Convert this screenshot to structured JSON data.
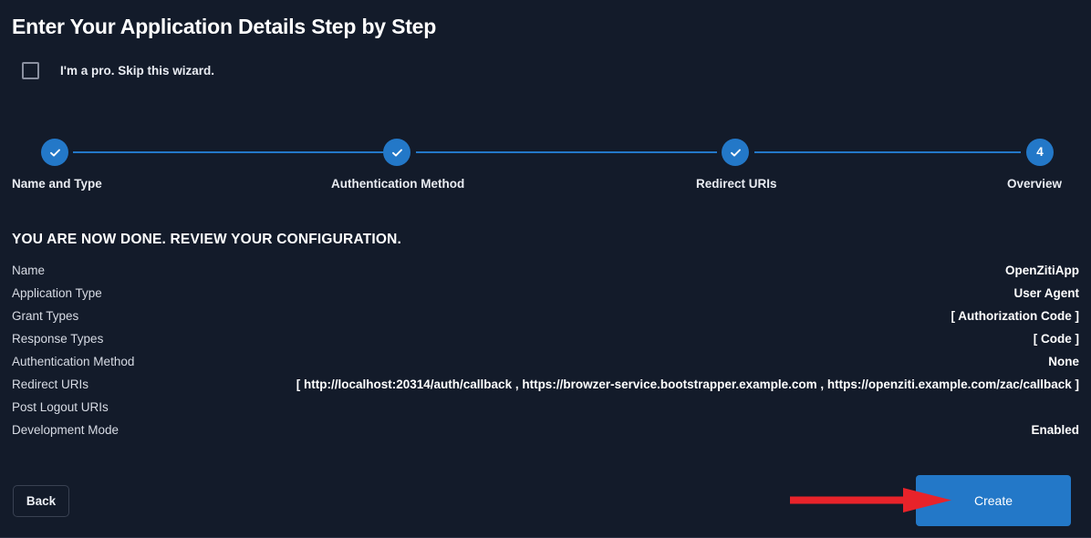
{
  "page": {
    "title": "Enter Your Application Details Step by Step",
    "skip_checkbox_label": "I'm a pro. Skip this wizard.",
    "skip_checkbox_checked": false
  },
  "theme": {
    "background": "#131b2a",
    "accent_blue": "#2378c8",
    "annotation_red": "#e8232a",
    "text_primary": "#ffffff",
    "text_secondary": "#d7dbe4",
    "border": "#394152"
  },
  "stepper": {
    "current_step": 4,
    "steps": [
      {
        "index": 1,
        "label": "Name and Type",
        "state": "complete",
        "icon": "check-icon"
      },
      {
        "index": 2,
        "label": "Authentication Method",
        "state": "complete",
        "icon": "check-icon"
      },
      {
        "index": 3,
        "label": "Redirect URIs",
        "state": "complete",
        "icon": "check-icon"
      },
      {
        "index": 4,
        "label": "Overview",
        "state": "active",
        "number": "4"
      }
    ]
  },
  "review": {
    "heading": "YOU ARE NOW DONE. REVIEW YOUR CONFIGURATION.",
    "rows": [
      {
        "key": "Name",
        "value": "OpenZitiApp"
      },
      {
        "key": "Application Type",
        "value": "User Agent"
      },
      {
        "key": "Grant Types",
        "value": "[ Authorization Code ]"
      },
      {
        "key": "Response Types",
        "value": "[ Code ]"
      },
      {
        "key": "Authentication Method",
        "value": "None"
      },
      {
        "key": "Redirect URIs",
        "value": "[ http://localhost:20314/auth/callback , https://browzer-service.bootstrapper.example.com , https://openziti.example.com/zac/callback ]"
      },
      {
        "key": "Post Logout URIs",
        "value": ""
      },
      {
        "key": "Development Mode",
        "value": "Enabled"
      }
    ]
  },
  "footer": {
    "back_label": "Back",
    "create_label": "Create"
  },
  "annotation": {
    "type": "arrow",
    "points_to": "create-button",
    "color": "#e8232a"
  }
}
